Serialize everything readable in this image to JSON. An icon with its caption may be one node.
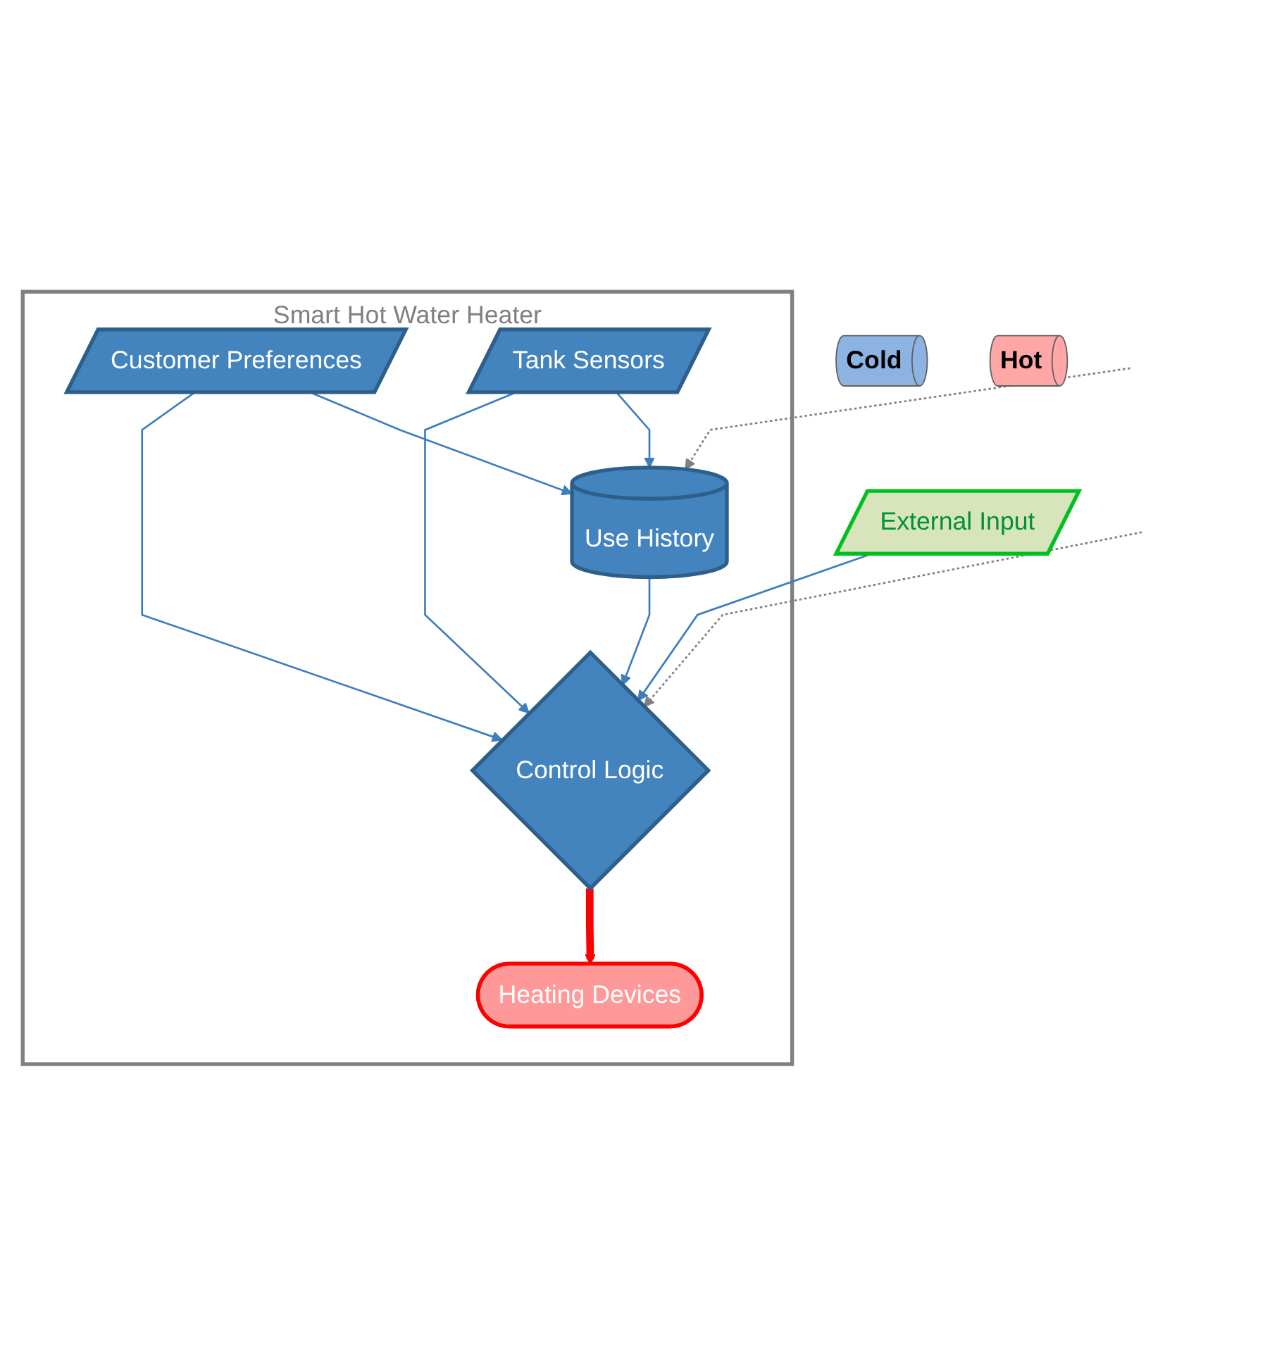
{
  "diagram": {
    "nodes": [
      {
        "text": [
          "Smart Hot Water Heater"
        ]
      },
      {
        "text": [
          "Cold"
        ]
      },
      {
        "text": [
          "Hot"
        ]
      },
      {
        "text": [
          "Use History"
        ],
        "in": 0
      },
      {
        "text": [
          "Customer Preferences"
        ],
        "in": 0
      },
      {
        "text": [
          "Tank Sensors"
        ],
        "in": 0
      },
      {
        "text": [
          "Control Logic"
        ],
        "in": 0
      },
      {
        "text": [
          "External Input"
        ]
      },
      {
        "text": [
          "Heating Devices"
        ],
        "in": 0
      }
    ],
    "edges": [
      {
        "from": null,
        "to": 3,
        "arrow": "to",
        "style": "dashed",
        "color": "#808080"
      },
      {
        "from": null,
        "to": 6,
        "arrow": "to",
        "style": "dashed",
        "color": "#808080"
      },
      {
        "from": 4,
        "to": 3,
        "arrow": "to"
      },
      {
        "from": 5,
        "to": 3,
        "arrow": "to"
      },
      {
        "from": 3,
        "to": 6,
        "arrow": "to"
      },
      {
        "from": 5,
        "to": 6,
        "arrow": "to"
      },
      {
        "from": 4,
        "to": 6,
        "arrow": "to"
      },
      {
        "from": 7,
        "to": 6,
        "arrow": "to"
      },
      {
        "from": 6,
        "to": 8,
        "arrow": "to",
        "style": "thick",
        "color": "#ff0000"
      }
    ]
  }
}
